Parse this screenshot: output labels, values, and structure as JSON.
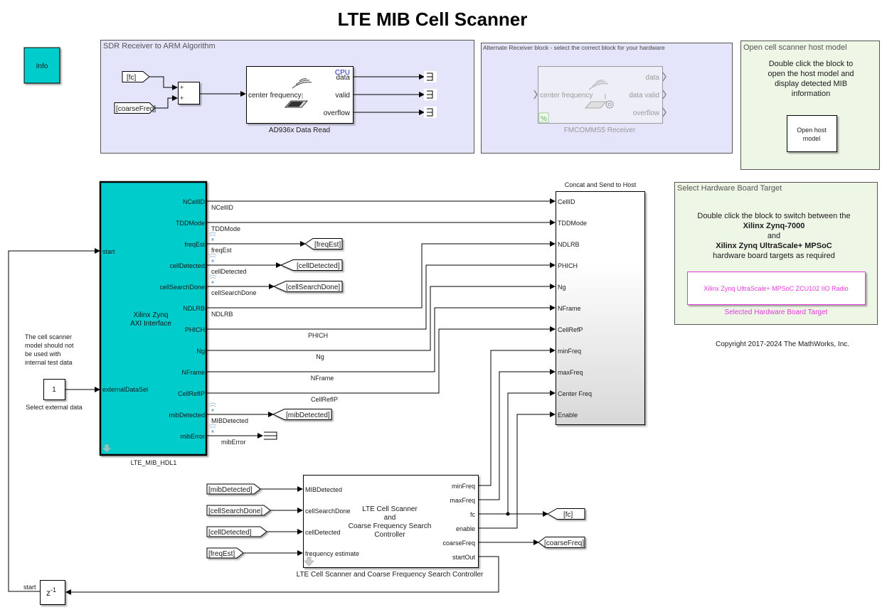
{
  "title": "LTE MIB Cell Scanner",
  "info_block": {
    "label": "Info",
    "color": "#00cccc"
  },
  "areas": {
    "sdr_receiver": {
      "title": "SDR Receiver to ARM Algorithm",
      "color": "#e4e4fa"
    },
    "alternate_receiver": {
      "title": "Alternate Receiver block - select the correct block for your hardware",
      "color": "#e4e4fa"
    },
    "open_host": {
      "title": "Open cell scanner host model",
      "color": "#eef6e6",
      "description": [
        "Double click the block to",
        "open the host model and",
        "display detected MIB",
        "information"
      ],
      "button_lines": [
        "Open host",
        "model"
      ]
    },
    "hardware_target": {
      "title": "Select Hardware Board Target",
      "color": "#eef6e6",
      "line1": "Double click the block to switch between the",
      "line2": "Xilinx Zynq-7000",
      "line3": "and",
      "line4": "Xilinx Zynq UltraScale+ MPSoC",
      "line5": "hardware board targets as required",
      "block_label": "Xilinx Zynq UltraScale+ MPSoC ZCU102 IIO Radio",
      "block_caption": "Selected Hardware Board Target",
      "accent": "#e23ad6"
    }
  },
  "copyright": "Copyright 2017-2024 The MathWorks, Inc.",
  "sdr": {
    "from_fc": "[fc]",
    "from_coarse": "[coarseFreq]",
    "sum_signs": [
      "+",
      "+"
    ],
    "ad936x": {
      "name": "AD936x Data Read",
      "tag": "CPU",
      "input": "center frequency",
      "outputs": [
        "data",
        "valid",
        "overflow"
      ]
    }
  },
  "fmcomms5": {
    "name": "FMCOMMS5 Receiver",
    "input": "center frequency",
    "outputs": [
      "data",
      "data valid",
      "overflow"
    ],
    "badge": "%"
  },
  "hdl_block": {
    "name": "LTE_MIB_HDL1",
    "center_lines": [
      "Xilinx Zynq",
      "AXI Interface"
    ],
    "color": "#00cccc",
    "inputs": [
      "start",
      "externalDataSel"
    ],
    "outputs": [
      "NCellID",
      "TDDMode",
      "freqEst",
      "cellDetected",
      "cellSearchDone",
      "NDLRB",
      "PHICH",
      "Ng",
      "NFrame",
      "CellRefIP",
      "mibDetected",
      "mibError"
    ]
  },
  "signals": {
    "NCellID": "NCellID",
    "TDDMode": "TDDMode",
    "freqEst": "freqEst",
    "cellDetected": "cellDetected",
    "cellSearchDone": "cellSearchDone",
    "NDLRB": "NDLRB",
    "PHICH": "PHICH",
    "Ng": "Ng",
    "NFrame": "NFrame",
    "CellRefIP": "CellRefIP",
    "MIBDetected": "MIBDetected",
    "mibError": "mibError",
    "start": "start"
  },
  "goto_tags": {
    "freqEst": "[freqEst]",
    "cellDetected": "[cellDetected]",
    "cellSearchDone": "[cellSearchDone]",
    "mibDetected": "[mibDetected]",
    "fc": "[fc]",
    "coarseFreq": "[coarseFreq]"
  },
  "note": [
    "The cell scanner",
    "model should not",
    "be used with",
    "internal test data"
  ],
  "constant": {
    "value": "1",
    "caption": "Select external data"
  },
  "delay": {
    "label": "z",
    "exponent": "-1"
  },
  "concat": {
    "name": "Concat and Send to Host",
    "inputs": [
      "CellID",
      "TDDMode",
      "NDLRB",
      "PHICH",
      "Ng",
      "NFrame",
      "CellRefP",
      "minFreq",
      "maxFreq",
      "Center Freq",
      "Enable"
    ]
  },
  "controller": {
    "name": "LTE Cell Scanner and Coarse Frequency Search Controller",
    "center_lines": [
      "LTE Cell Scanner",
      "and",
      "Coarse Frequency Search",
      "Controller"
    ],
    "inputs": [
      "MIBDetected",
      "cellSearchDone",
      "cellDetected",
      "frequency estimate"
    ],
    "outputs": [
      "minFreq",
      "maxFreq",
      "fc",
      "enable",
      "coarseFreq",
      "startOut"
    ],
    "from_tags": [
      "[mibDetected]",
      "[cellSearchDone]",
      "[cellDetected]",
      "[freqEst]"
    ]
  }
}
